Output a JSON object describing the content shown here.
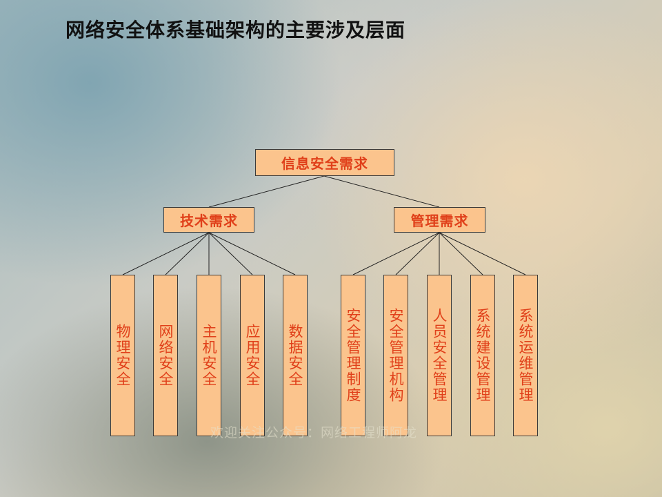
{
  "title": "网络安全体系基础架构的主要涉及层面",
  "root": {
    "label": "信息安全需求"
  },
  "branches": [
    {
      "label": "技术需求",
      "children": [
        "物理安全",
        "网络安全",
        "主机安全",
        "应用安全",
        "数据安全"
      ]
    },
    {
      "label": "管理需求",
      "children": [
        "安全管理制度",
        "安全管理机构",
        "人员安全管理",
        "系统建设管理",
        "系统运维管理"
      ]
    }
  ],
  "watermark": "欢迎关注公众号：网络工程师阿龙",
  "colors": {
    "box_fill": "#fbc48d",
    "box_text": "#e0401a",
    "line": "#222222"
  }
}
